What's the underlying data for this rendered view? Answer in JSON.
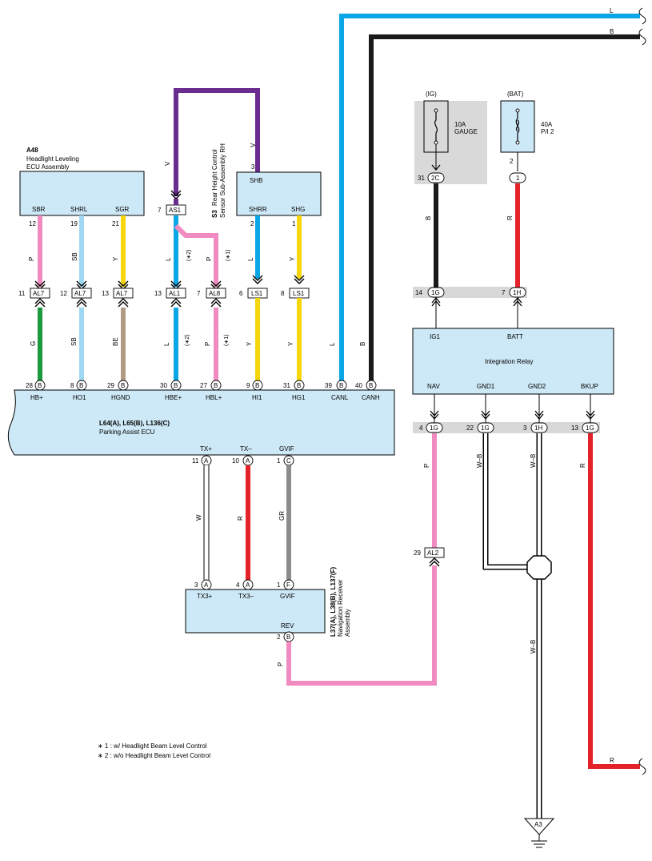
{
  "colors": {
    "L": "#0aa6e6",
    "B": "#1a1a1a",
    "V": "#6a2c8e",
    "P": "#f08ac0",
    "SB": "#9ed8f2",
    "Y": "#f5d60a",
    "G": "#1a9a3c",
    "BE": "#b09a84",
    "R": "#e3222a",
    "GR": "#8c8c8c",
    "W": "#ffffff",
    "box_fill": "#cde8f6",
    "bar_gray": "#d8d8d8",
    "fuse_panel": "#d9d9d9"
  },
  "components": {
    "a48": {
      "code": "A48",
      "name_line1": "Headlight Leveling",
      "name_line2": "ECU Assembly",
      "pins": [
        "SBR",
        "SHRL",
        "SGR"
      ]
    },
    "s3": {
      "code": "S3",
      "name_line1": "Rear Height Control",
      "name_line2": "Sensor Sub-Assembly RH",
      "pins": [
        "SHB",
        "SHRR",
        "SHG"
      ]
    },
    "parking": {
      "code": "L64(A), L65(B), L136(C)",
      "name": "Parking Assist ECU",
      "pins": [
        "HB+",
        "HO1",
        "HGND",
        "HBE+",
        "HBL+",
        "HI1",
        "HG1",
        "CANL",
        "CANH",
        "TX+",
        "TX–",
        "GVIF"
      ]
    },
    "nav": {
      "code": "L37(A), L38(B), L137(F)",
      "name_line1": "Navigation Receiver",
      "name_line2": "Assembly",
      "pins": [
        "TX3+",
        "TX3–",
        "GVIF",
        "REV"
      ]
    },
    "relay": {
      "name": "Integration Relay",
      "pins": [
        "IG1",
        "BATT",
        "NAV",
        "GND1",
        "GND2",
        "BKUP"
      ]
    }
  },
  "fuses": {
    "ig": {
      "header": "(IG)",
      "line1": "10A",
      "line2": "GAUGE"
    },
    "bat": {
      "header": "(BAT)",
      "line1": "40A",
      "line2": "P/I 2"
    }
  },
  "connectors": [
    "AL7",
    "AS1",
    "AL1",
    "AL8",
    "LS1",
    "AL2"
  ],
  "pin_codes": [
    "B",
    "A",
    "C",
    "F",
    "2C",
    "1",
    "1G",
    "1H"
  ],
  "pin_numbers": [
    "12",
    "19",
    "21",
    "7",
    "3",
    "2",
    "1",
    "11",
    "13",
    "6",
    "8",
    "28",
    "29",
    "30",
    "27",
    "9",
    "31",
    "39",
    "40",
    "10",
    "4",
    "22",
    "14"
  ],
  "wire_codes": [
    "L",
    "B",
    "V",
    "P",
    "SB",
    "Y",
    "G",
    "BE",
    "R",
    "W",
    "GR",
    "W–B"
  ],
  "notes_marks": [
    "(∗1)",
    "(∗2)"
  ],
  "ground": {
    "label": "A3"
  },
  "notes": [
    "∗ 1 : w/ Headlight Beam Level Control",
    "∗ 2 : w/o Headlight Beam Level Control"
  ]
}
